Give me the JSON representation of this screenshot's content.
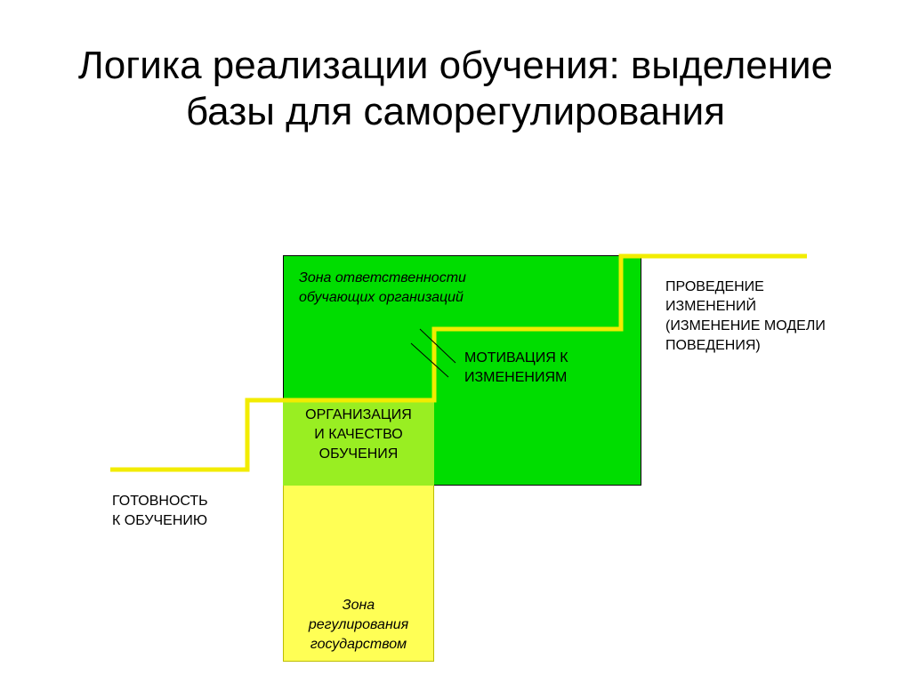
{
  "slide": {
    "title_line1": "Логика реализации обучения: выделение",
    "title_line2": "базы для саморегулирования"
  },
  "zones": {
    "responsibility": {
      "line1": "Зона ответственности",
      "line2": "обучающих организаций",
      "color": "#00dd00"
    },
    "state": {
      "line1": "Зона",
      "line2": "регулирования",
      "line3": "государством",
      "color": "#ffff55"
    },
    "overlap_color": "#99ee22"
  },
  "steps": {
    "readiness": {
      "line1": "ГОТОВНОСТЬ",
      "line2": "К ОБУЧЕНИЮ"
    },
    "organization": {
      "line1": "ОРГАНИЗАЦИЯ",
      "line2": "И КАЧЕСТВО",
      "line3": "ОБУЧЕНИЯ"
    },
    "motivation": {
      "line1": "МОТИВАЦИЯ К",
      "line2": "ИЗМЕНЕНИЯМ"
    },
    "changes": {
      "line1": "ПРОВЕДЕНИЕ",
      "line2": "ИЗМЕНЕНИЙ",
      "line3": "(ИЗМЕНЕНИЕ МОДЕЛИ",
      "line4": "ПОВЕДЕНИЯ)"
    },
    "stair_color": "#f2ec00"
  }
}
